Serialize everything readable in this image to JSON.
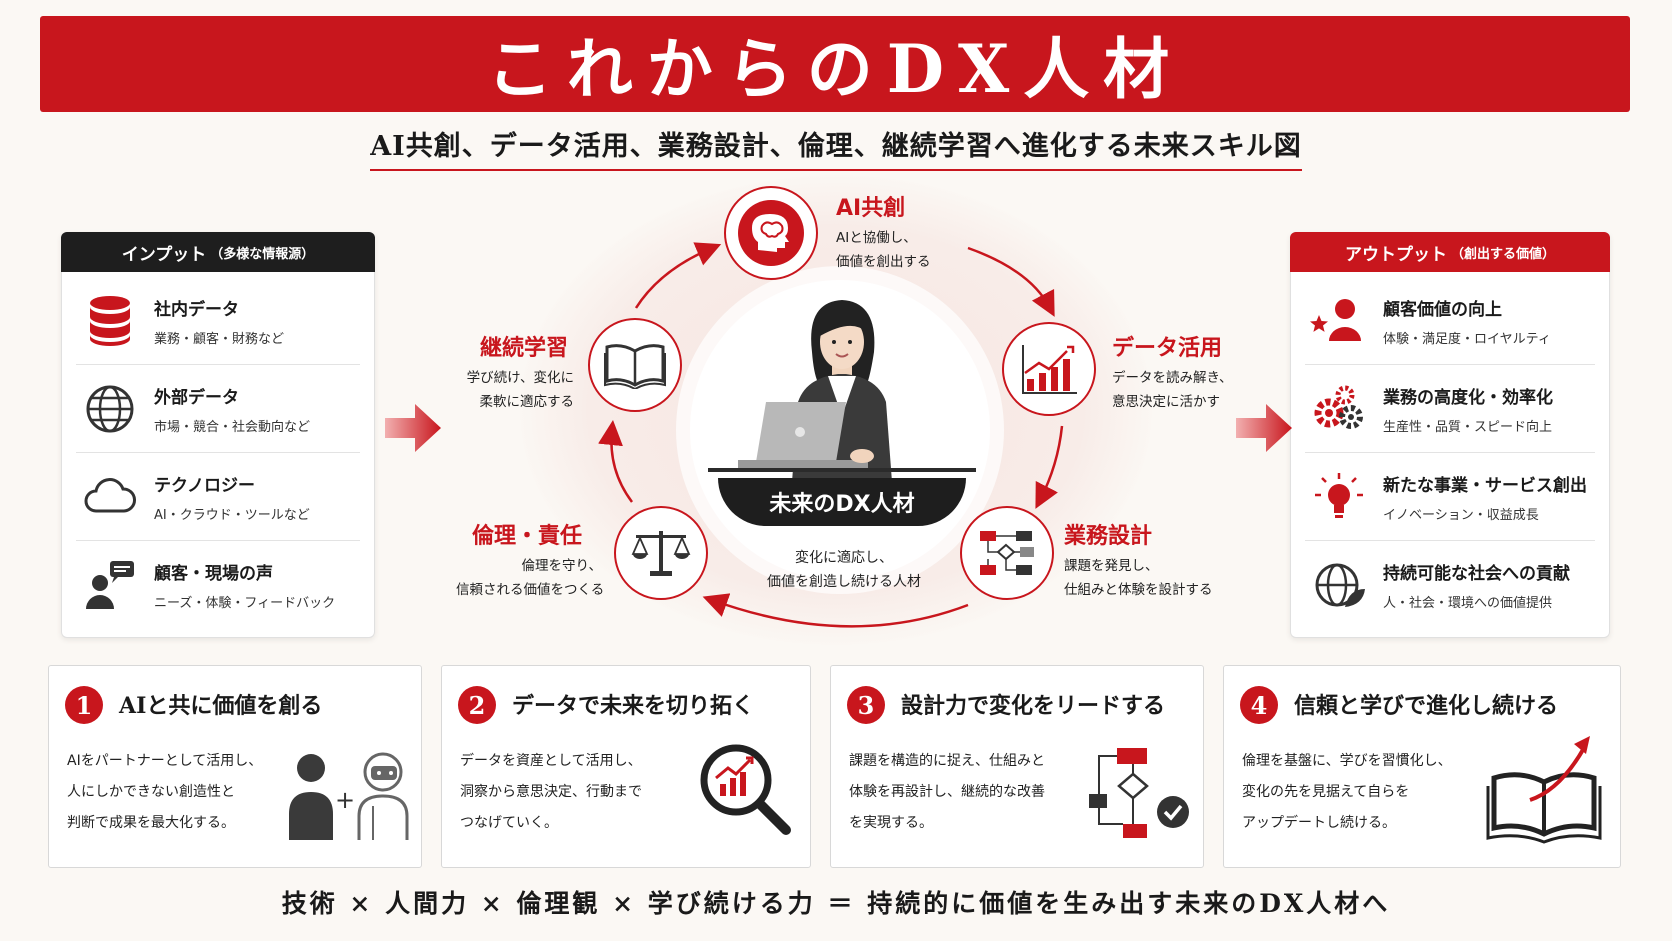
{
  "title": "これからのDX人材",
  "subtitle": "AI共創、データ活用、業務設計、倫理、継続学習へ進化する未来スキル図",
  "input_panel": {
    "title": "インプット",
    "title_note": "（多様な情報源）",
    "items": [
      {
        "title": "社内データ",
        "desc": "業務・顧客・財務など",
        "icon": "database-icon"
      },
      {
        "title": "外部データ",
        "desc": "市場・競合・社会動向など",
        "icon": "globe-icon"
      },
      {
        "title": "テクノロジー",
        "desc": "AI・クラウド・ツールなど",
        "icon": "cloud-icon"
      },
      {
        "title": "顧客・現場の声",
        "desc": "ニーズ・体験・フィードバック",
        "icon": "person-speech-icon"
      }
    ]
  },
  "output_panel": {
    "title": "アウトプット",
    "title_note": "（創出する価値）",
    "items": [
      {
        "title": "顧客価値の向上",
        "desc": "体験・満足度・ロイヤルティ",
        "icon": "customer-star-icon"
      },
      {
        "title": "業務の高度化・効率化",
        "desc": "生産性・品質・スピード向上",
        "icon": "gears-icon"
      },
      {
        "title": "新たな事業・サービス創出",
        "desc": "イノベーション・収益成長",
        "icon": "lightbulb-icon"
      },
      {
        "title": "持続可能な社会への貢献",
        "desc": "人・社会・環境への価値提供",
        "icon": "globe-leaf-icon"
      }
    ]
  },
  "center": {
    "label": "未来のDX人材",
    "caption_line1": "変化に適応し、",
    "caption_line2": "価値を創造し続ける人材"
  },
  "cycle_nodes": [
    {
      "key": "ai",
      "title": "AI共創",
      "desc1": "AIと協働し、",
      "desc2": "価値を創出する",
      "icon": "brain-head-icon"
    },
    {
      "key": "data",
      "title": "データ活用",
      "desc1": "データを読み解き、",
      "desc2": "意思決定に活かす",
      "icon": "bar-chart-icon"
    },
    {
      "key": "design",
      "title": "業務設計",
      "desc1": "課題を発見し、",
      "desc2": "仕組みと体験を設計する",
      "icon": "flowchart-icon"
    },
    {
      "key": "ethics",
      "title": "倫理・責任",
      "desc1": "倫理を守り、",
      "desc2": "信頼される価値をつくる",
      "icon": "scales-icon"
    },
    {
      "key": "learning",
      "title": "継続学習",
      "desc1": "学び続け、変化に",
      "desc2": "柔軟に適応する",
      "icon": "book-icon"
    }
  ],
  "cards": [
    {
      "num": "1",
      "title": "AIと共に価値を創る",
      "lines": [
        "AIをパートナーとして活用し、",
        "人にしかできない創造性と",
        "判断で成果を最大化する。"
      ],
      "icon": "human-plus-robot-icon"
    },
    {
      "num": "2",
      "title": "データで未来を切り拓く",
      "lines": [
        "データを資産として活用し、",
        "洞察から意思決定、行動まで",
        "つなげていく。"
      ],
      "icon": "magnifier-chart-icon"
    },
    {
      "num": "3",
      "title": "設計力で変化をリードする",
      "lines": [
        "課題を構造的に捉え、仕組みと",
        "体験を再設計し、継続的な改善",
        "を実現する。"
      ],
      "icon": "flowchart-check-icon"
    },
    {
      "num": "4",
      "title": "信頼と学びで進化し続ける",
      "lines": [
        "倫理を基盤に、学びを習慣化し、",
        "変化の先を見据えて自らを",
        "アップデートし続ける。"
      ],
      "icon": "book-growth-icon"
    }
  ],
  "formula": "技術 × 人間力 × 倫理観 × 学び続ける力 ＝ 持続的に価値を生み出す未来のDX人材へ",
  "colors": {
    "accent": "#c8161d",
    "dark": "#1e1e1e",
    "background": "#fbf8f4"
  }
}
